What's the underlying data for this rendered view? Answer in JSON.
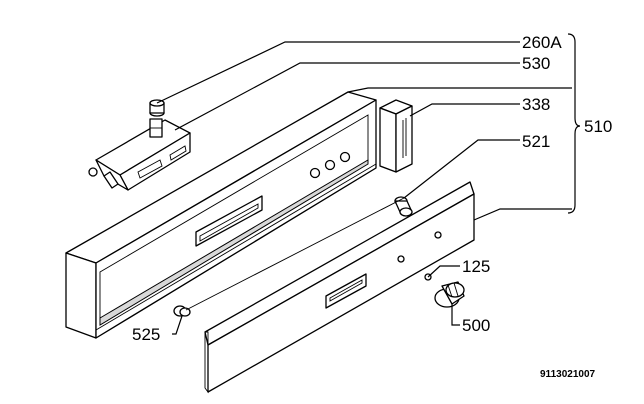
{
  "diagram": {
    "parts": [
      {
        "id": "p260a",
        "label": "260A"
      },
      {
        "id": "p530",
        "label": "530"
      },
      {
        "id": "p338",
        "label": "338"
      },
      {
        "id": "p521",
        "label": "521"
      },
      {
        "id": "p510",
        "label": "510"
      },
      {
        "id": "p125",
        "label": "125"
      },
      {
        "id": "p500",
        "label": "500"
      },
      {
        "id": "p525",
        "label": "525"
      }
    ],
    "drawing_reference": "9113021007"
  }
}
